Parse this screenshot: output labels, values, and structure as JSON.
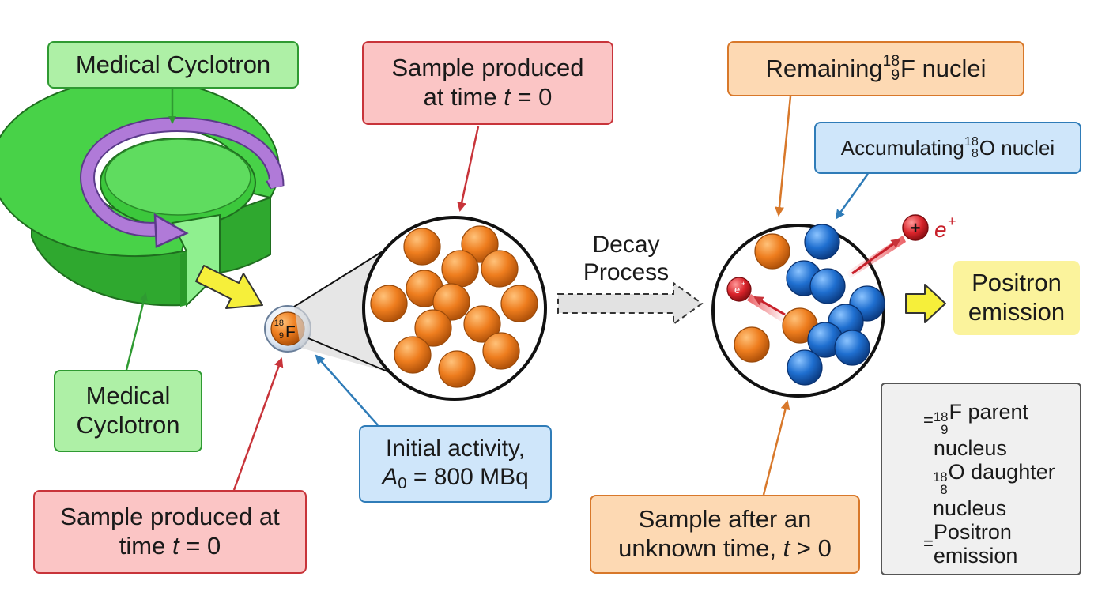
{
  "labels": {
    "cyclotron_top": "Medical Cyclotron",
    "cyclotron_bottom_l1": "Medical",
    "cyclotron_bottom_l2": "Cyclotron",
    "sample_top_l1": "Sample produced",
    "sample_top_l2_pre": "at time ",
    "sample_top_l2_var": "t",
    "sample_top_l2_post": " = 0",
    "sample_bottom_l1": "Sample produced at",
    "sample_bottom_l2_pre": "time ",
    "sample_bottom_l2_var": "t",
    "sample_bottom_l2_post": " = 0",
    "activity_l1": "Initial activity,",
    "activity_var": "A",
    "activity_sub": "0",
    "activity_post": " = 800 MBq",
    "decay_l1": "Decay",
    "decay_l2": "Process",
    "remaining_pre": "Remaining ",
    "remaining_post": "F nuclei",
    "accum_pre": "Accumulating ",
    "accum_post": "O nuclei",
    "positron_l1": "Positron",
    "positron_l2": "emission",
    "after_l1": "Sample after an",
    "after_l2_pre": "unknown time, ",
    "after_l2_var": "t",
    "after_l2_post": " > 0",
    "e_plus": "e",
    "e_plus_sup": "+",
    "plus_sign": "+"
  },
  "isotopes": {
    "fluorine": {
      "mass": "18",
      "atomic": "9",
      "symbol": "F"
    },
    "oxygen": {
      "mass": "18",
      "atomic": "8",
      "symbol": "O"
    }
  },
  "legend": {
    "parent_post": "F parent",
    "parent_l2": "nucleus",
    "daughter_post": "O daughter",
    "daughter_l2": "nucleus",
    "positron_l1": "Positron",
    "positron_l2": "emission",
    "equals": "="
  },
  "colors": {
    "fluorine_nucleus": "#ee7d1e",
    "oxygen_nucleus": "#1f6fd0",
    "positron": "#d9232a",
    "cyclotron": "#3cc83c",
    "beam_path": "#b07ad8",
    "arrow_yellow": "#f6ef3a"
  }
}
